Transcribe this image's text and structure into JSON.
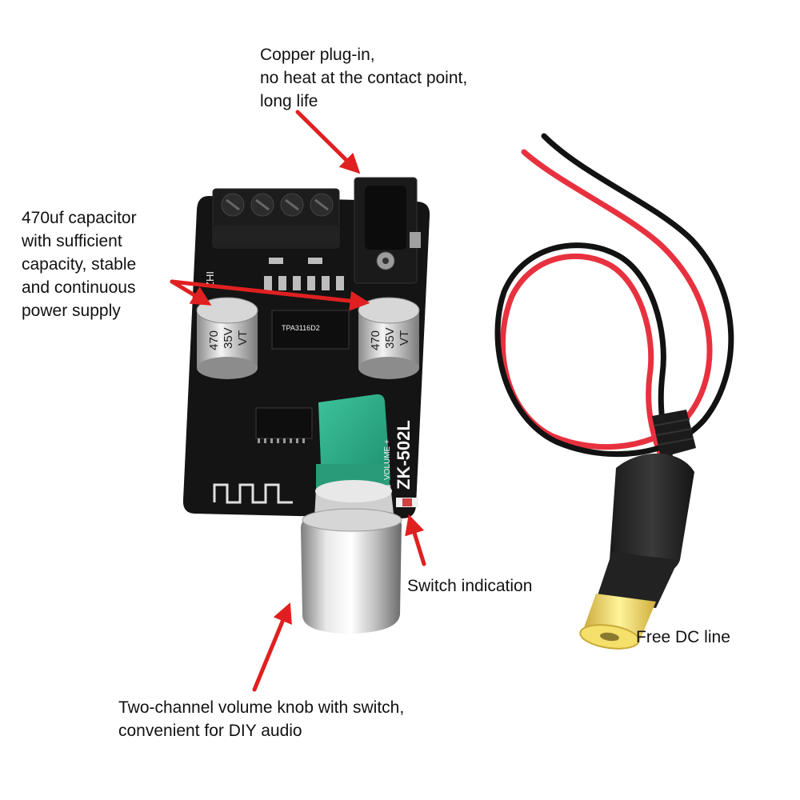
{
  "annotations": {
    "copper_plug": "Copper plug-in,\nno heat at the contact point,\nlong life",
    "capacitor": "470uf capacitor\nwith sufficient\ncapacity, stable\nand continuous\npower supply",
    "switch_indication": "Switch indication",
    "volume_knob": "Two-channel volume knob with switch,\nconvenient for DIY audio",
    "dc_line": "Free DC line"
  },
  "board": {
    "model": "ZK-502L",
    "volume_label": "VOLUME +",
    "brand_fragment": "ZHI",
    "chip_marking": "TPA3116D2",
    "capacitor_left": {
      "value": "470",
      "voltage": "35V",
      "series": "VT"
    },
    "capacitor_right": {
      "value": "470",
      "voltage": "35V",
      "series": "VT"
    }
  },
  "colors": {
    "arrow": "#e02020",
    "pcb": "#141414",
    "potentiometer": "#2fae8a",
    "wire_red": "#e8313f",
    "wire_black": "#121212",
    "connector_tip": "#f4e06a"
  }
}
